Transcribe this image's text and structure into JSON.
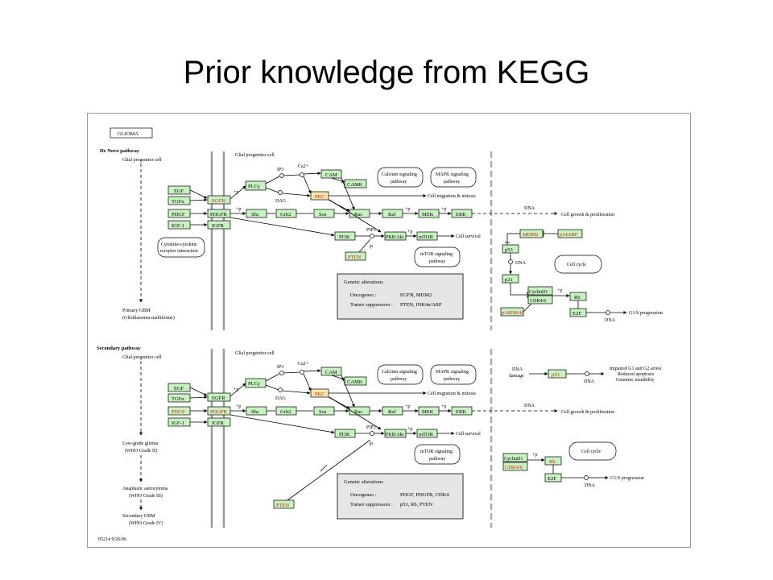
{
  "slide": {
    "title": "Prior knowledge from KEGG"
  },
  "map": {
    "title_box": "GLIOMA",
    "footer": "05214 9/26/06",
    "colors": {
      "gene_fill": "#c9f2c3",
      "mutated_text": "#d4200c",
      "alteration_box": "#e6e6e6"
    },
    "denovo": {
      "section_title": "De Novo pathway",
      "cell_label": "Glial progenitor cell",
      "cell_label_right": "Glial progenitor cell",
      "outcome": [
        "Primary GBM",
        "(Glioblastoma multiforme)"
      ],
      "ligands": [
        "EGF",
        "TGFα",
        "PDGF",
        "IGF-1"
      ],
      "receptors": [
        "EGFR",
        "PDGFR",
        "IGFR"
      ],
      "cytokine_box": [
        "Cytokine-cytokine",
        "receptor interaction"
      ],
      "nodes": {
        "plcg": "PLCγ",
        "cam": "CAM",
        "camk": "CAMK",
        "pkc": "PKC",
        "shc": "Shc",
        "grb2": "Grb2",
        "sos": "Sos",
        "ras": "Ras",
        "raf": "Raf",
        "mek": "MEK",
        "erk": "ERK",
        "pi3k": "PI3K",
        "pkb": "PKB/Akt",
        "mtor": "mTOR",
        "pten": "PTEN",
        "mdm2": "MDM2",
        "p14arf": "p14ARF",
        "p53": "p53",
        "p21": "p21",
        "cyclind1": "CyclinD1",
        "cdk46": "CDK4/6",
        "p16": "p16INK4a",
        "rb": "Rb",
        "e2f": "E2F"
      },
      "small": {
        "ip3": "IP3",
        "ca": "Ca2+",
        "dag": "DAG",
        "pip3": "PIP3",
        "p": "+p",
        "minus_p": "-p",
        "dna": "DNA"
      },
      "pathway_boxes": [
        [
          "Calcium signaling",
          "pathway"
        ],
        [
          "MAPK signaling",
          "pathway"
        ],
        [
          "mTOR signaling",
          "pathway"
        ],
        [
          "Cell cycle"
        ]
      ],
      "outputs": {
        "migration": "Cell migration & mitosis",
        "growth": "Cell growth & proliferation",
        "survival": "Cell survival",
        "g1s": "G1/S progression"
      },
      "alterations": {
        "heading": "Genetic alterations",
        "oncogenes_label": "Oncogenes :",
        "oncogenes": "EGFR, MDM2",
        "suppressors_label": "Tumor suppressors :",
        "suppressors": "PTEN, INK4a/ARF"
      }
    },
    "secondary": {
      "section_title": "Secondary pathway",
      "cell_label": "Glial progenitor cell",
      "cell_label_right": "Glial progenitor cell",
      "stages": [
        [
          "Low-grade glioma",
          "(WHO Grade II)"
        ],
        [
          "Anaplastic astrocytoma",
          "(WHO Grade III)"
        ],
        [
          "Secondary GBM",
          "(WHO Grade IV)"
        ]
      ],
      "ligands": [
        "EGF",
        "TGFα",
        "PDGF",
        "IGF-1"
      ],
      "receptors": [
        "EGFR",
        "PDGFR",
        "IGFR"
      ],
      "dna_damage": [
        "DNA",
        "damage"
      ],
      "damage_outputs": [
        "Impaired G1 and G2 arrest",
        "Reduced apoptosis",
        "Genomic instability"
      ],
      "alterations": {
        "heading": "Genetic alterations",
        "oncogenes_label": "Oncogenes :",
        "oncogenes": "PDGF, PDGFR, CDK4",
        "suppressors_label": "Tumor suppressors :",
        "suppressors": "p53, Rb, PTEN"
      }
    }
  }
}
